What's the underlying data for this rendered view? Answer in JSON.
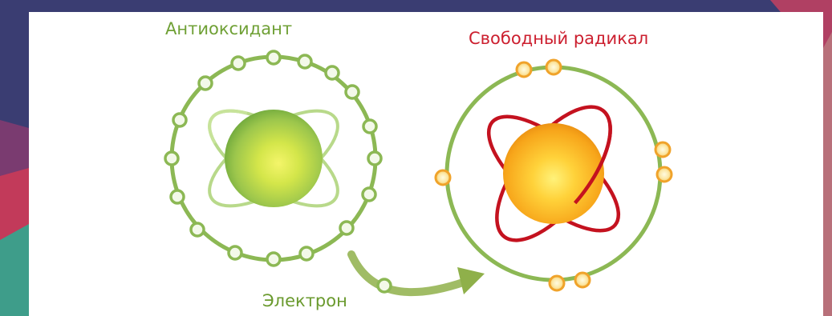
{
  "labels": {
    "antioxidant": "Антиоксидант",
    "free_radical": "Свободный радикал",
    "electron": "Электрон"
  },
  "colors": {
    "antioxidant_text": "#6fa035",
    "radical_text": "#cc1f2f",
    "electron_text": "#6a9a2e",
    "orbit_green": "#8cb854",
    "orbit_red": "#c4121f",
    "electron_green_fill": "#f3f9e9",
    "electron_orange_fill": "#fbe6a8",
    "electron_orange_stroke": "#f0a32b"
  },
  "icons": {
    "antioxidant_atom": "green-atom-icon",
    "radical_atom": "orange-atom-icon",
    "transfer_arrow": "curved-arrow-icon"
  }
}
